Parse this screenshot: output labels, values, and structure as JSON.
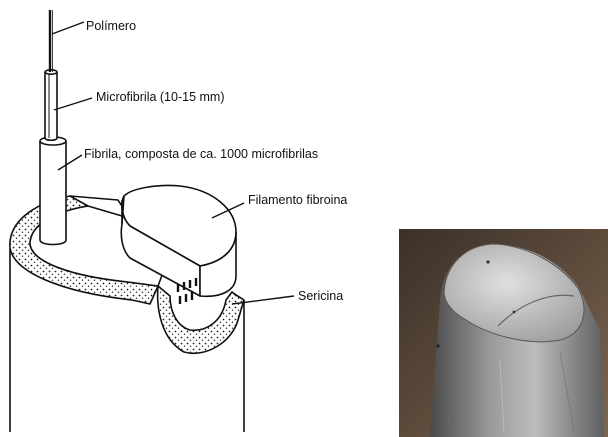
{
  "labels": {
    "polimero": "Polímero",
    "microfibrila": "Microfibrila (10-15 mm)",
    "fibrila": "Fibrila, composta de ca. 1000 microfibrilas",
    "filamento": "Filamento fibroina",
    "sericina": "Sericina"
  },
  "colors": {
    "ink": "#111111",
    "sericin_fill": "#f1f1f1",
    "photo_background": "#5a4636"
  }
}
